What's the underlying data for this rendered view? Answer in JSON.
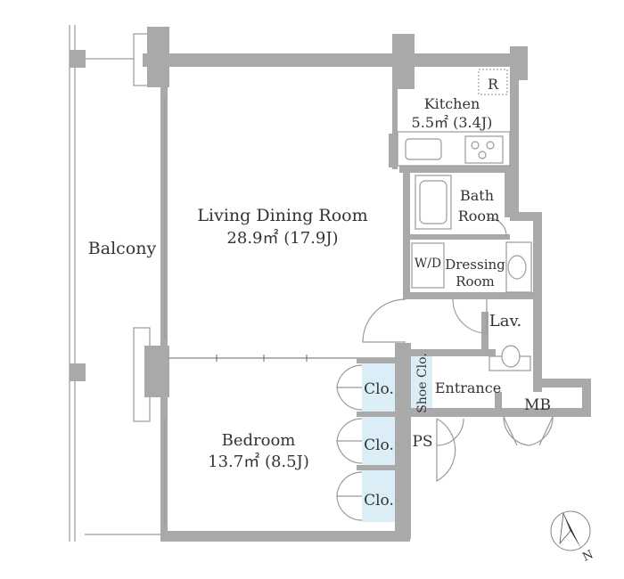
{
  "rooms": {
    "balcony": "Balcony",
    "living_name": "Living Dining Room",
    "living_area": "28.9㎡ (17.9J)",
    "kitchen_name": "Kitchen",
    "kitchen_area": "5.5㎡ (3.4J)",
    "bath_line1": "Bath",
    "bath_line2": "Room",
    "wd": "W/D",
    "dressing_line1": "Dressing",
    "dressing_line2": "Room",
    "lav": "Lav.",
    "shoe": "Shoe Clo.",
    "entrance": "Entrance",
    "mb": "MB",
    "ps": "PS",
    "bedroom_name": "Bedroom",
    "bedroom_area": "13.7㎡ (8.5J)",
    "closet": "Clo.",
    "refrigerator": "R"
  },
  "compass": {
    "north": "N"
  },
  "colors": {
    "wall": "#a9a9a9",
    "closet": "#dbeef8",
    "text": "#333333"
  }
}
